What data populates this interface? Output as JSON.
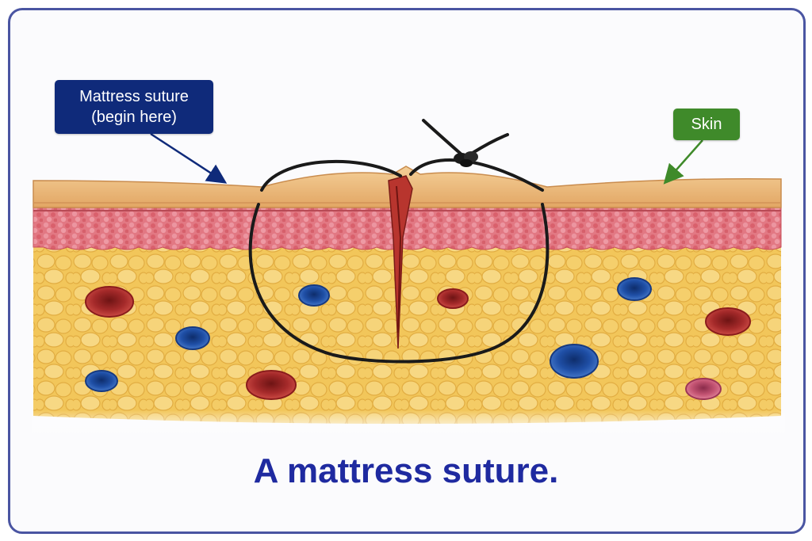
{
  "labels": {
    "suture_start_line1": "Mattress suture",
    "suture_start_line2": "(begin here)",
    "skin": "Skin"
  },
  "caption": "A mattress suture.",
  "colors": {
    "frame_border": "#4a55a2",
    "suture_label_bg": "#0f2a7a",
    "skin_label_bg": "#3f8a2a",
    "caption": "#1f2aa0",
    "epidermis": "#e8b36e",
    "dermis": "#e0707a",
    "fat": "#f2c65a",
    "suture_thread": "#1a1a1a",
    "artery": "#b83030",
    "vein": "#2a5fb0"
  }
}
